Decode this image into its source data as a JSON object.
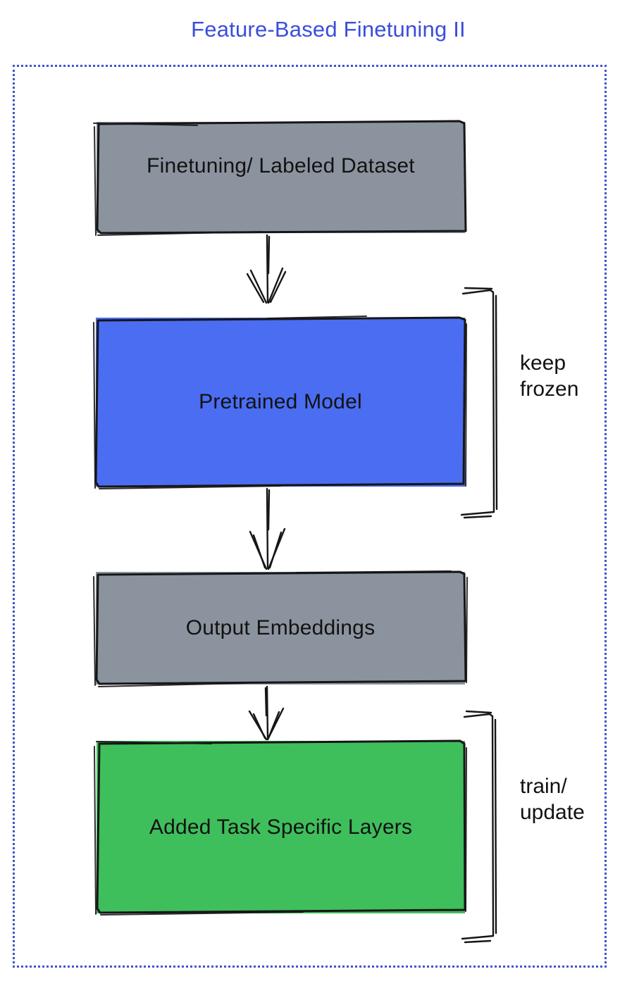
{
  "title": "Feature-Based Finetuning II",
  "colors": {
    "title": "#3A4EDA",
    "frame_border": "#3E55CE",
    "box_gray": "#8B939E",
    "box_blue": "#4A6DF2",
    "box_green": "#3FBE5C",
    "sketch_stroke": "#161616"
  },
  "flow": {
    "boxes": [
      {
        "label": "Finetuning/ Labeled Dataset"
      },
      {
        "label": "Pretrained Model"
      },
      {
        "label": "Output Embeddings"
      },
      {
        "label": "Added Task Specific Layers"
      }
    ],
    "annotations": [
      {
        "lines": [
          "keep",
          "frozen"
        ]
      },
      {
        "lines": [
          "train/",
          "update"
        ]
      }
    ]
  }
}
